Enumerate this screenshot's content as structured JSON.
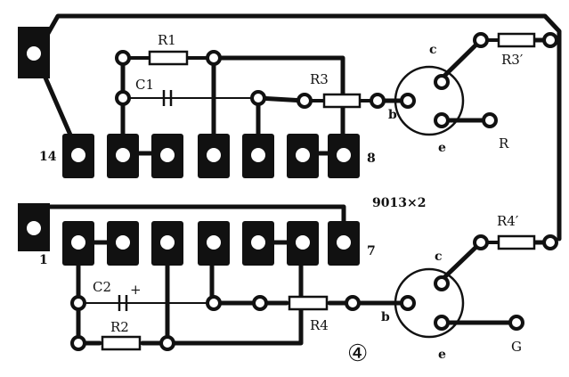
{
  "components": {
    "r1": "R1",
    "c1": "C1",
    "r3": "R3",
    "r3p": "R3′",
    "c2": "C2",
    "c2_plus": "+",
    "r2": "R2",
    "r4": "R4",
    "r4p": "R4′"
  },
  "transistor_pins": {
    "top_c": "c",
    "top_b": "b",
    "top_e": "e",
    "bot_c": "c",
    "bot_b": "b",
    "bot_e": "e"
  },
  "outputs": {
    "top": "R",
    "bottom": "G"
  },
  "pin_numbers": {
    "p14": "14",
    "p8": "8",
    "p1": "1",
    "p7": "7"
  },
  "part_note": "9013×2",
  "figure_number": "④",
  "colors": {
    "ink": "#111111",
    "paper": "#ffffff"
  }
}
